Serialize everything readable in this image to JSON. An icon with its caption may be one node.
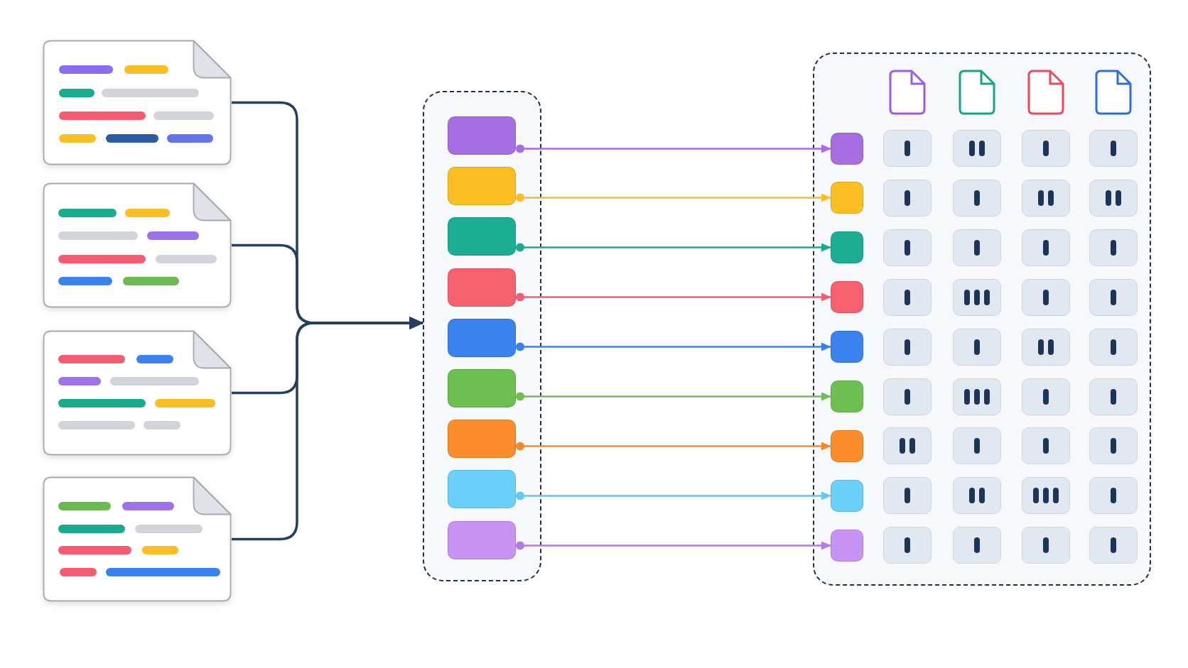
{
  "diagram": {
    "nodes": [
      {
        "text": [],
        "shape": "document"
      },
      {
        "text": [],
        "shape": "document"
      },
      {
        "text": [],
        "shape": "document"
      },
      {
        "text": [],
        "shape": "document"
      },
      {
        "text": [],
        "shape": "box"
      },
      {
        "text": [],
        "shape": "box",
        "in": 4
      },
      {
        "text": [],
        "shape": "box",
        "in": 4
      },
      {
        "text": [],
        "shape": "box",
        "in": 4
      },
      {
        "text": [],
        "shape": "box",
        "in": 4
      },
      {
        "text": [],
        "shape": "box",
        "in": 4
      },
      {
        "text": [],
        "shape": "box",
        "in": 4
      },
      {
        "text": [],
        "shape": "box",
        "in": 4
      },
      {
        "text": [],
        "shape": "box",
        "in": 4
      },
      {
        "text": [],
        "shape": "box",
        "in": 4
      },
      {
        "text": [],
        "shape": "box"
      },
      {
        "text": [],
        "shape": "box",
        "in": 14
      },
      {
        "text": [],
        "shape": "box",
        "in": 14
      },
      {
        "text": [],
        "shape": "box",
        "in": 14
      },
      {
        "text": [],
        "shape": "box",
        "in": 14
      },
      {
        "text": [],
        "shape": "box",
        "in": 14
      },
      {
        "text": [],
        "shape": "box",
        "in": 14
      },
      {
        "text": [],
        "shape": "box",
        "in": 14
      },
      {
        "text": [],
        "shape": "box",
        "in": 14
      },
      {
        "text": [],
        "shape": "box",
        "in": 14
      }
    ],
    "edges": [
      {
        "from": 0,
        "to": 4,
        "arrow": "to"
      },
      {
        "from": 1,
        "to": 4,
        "arrow": "to"
      },
      {
        "from": 2,
        "to": 4,
        "arrow": "to"
      },
      {
        "from": 3,
        "to": 4,
        "arrow": "to"
      },
      {
        "from": 5,
        "to": 15,
        "arrow": "to",
        "color": "#a66ee0"
      },
      {
        "from": 6,
        "to": 16,
        "arrow": "to",
        "color": "#fbbf24"
      },
      {
        "from": 7,
        "to": 17,
        "arrow": "to",
        "color": "#18ab93"
      },
      {
        "from": 8,
        "to": 18,
        "arrow": "to",
        "color": "#f25f74"
      },
      {
        "from": 9,
        "to": 19,
        "arrow": "to",
        "color": "#3a80ea"
      },
      {
        "from": 10,
        "to": 20,
        "arrow": "to",
        "color": "#6cbf50"
      },
      {
        "from": 11,
        "to": 21,
        "arrow": "to",
        "color": "#f7892a"
      },
      {
        "from": 12,
        "to": 22,
        "arrow": "to",
        "color": "#5fc9f3"
      },
      {
        "from": 13,
        "to": 23,
        "arrow": "to",
        "color": "#b27ae9"
      }
    ]
  }
}
